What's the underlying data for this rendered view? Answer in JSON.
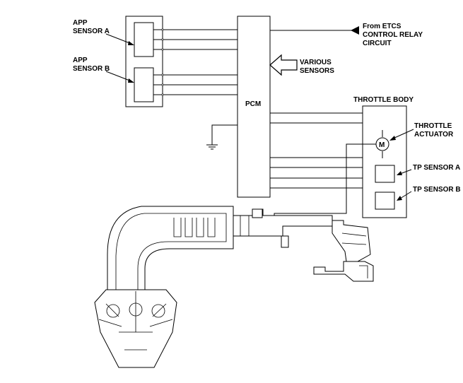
{
  "labels": {
    "app_sensor_a": [
      "APP",
      "SENSOR A"
    ],
    "app_sensor_b": [
      "APP",
      "SENSOR B"
    ],
    "pcm": "PCM",
    "from_etcs": [
      "From ETCS",
      "CONTROL RELAY",
      "CIRCUIT"
    ],
    "various_sensors": [
      "VARIOUS",
      "SENSORS"
    ],
    "throttle_body": "THROTTLE BODY",
    "throttle_actuator": [
      "THROTTLE",
      "ACTUATOR"
    ],
    "actuator_symbol": "M",
    "tp_sensor_a": "TP SENSOR A",
    "tp_sensor_b": "TP SENSOR B"
  }
}
